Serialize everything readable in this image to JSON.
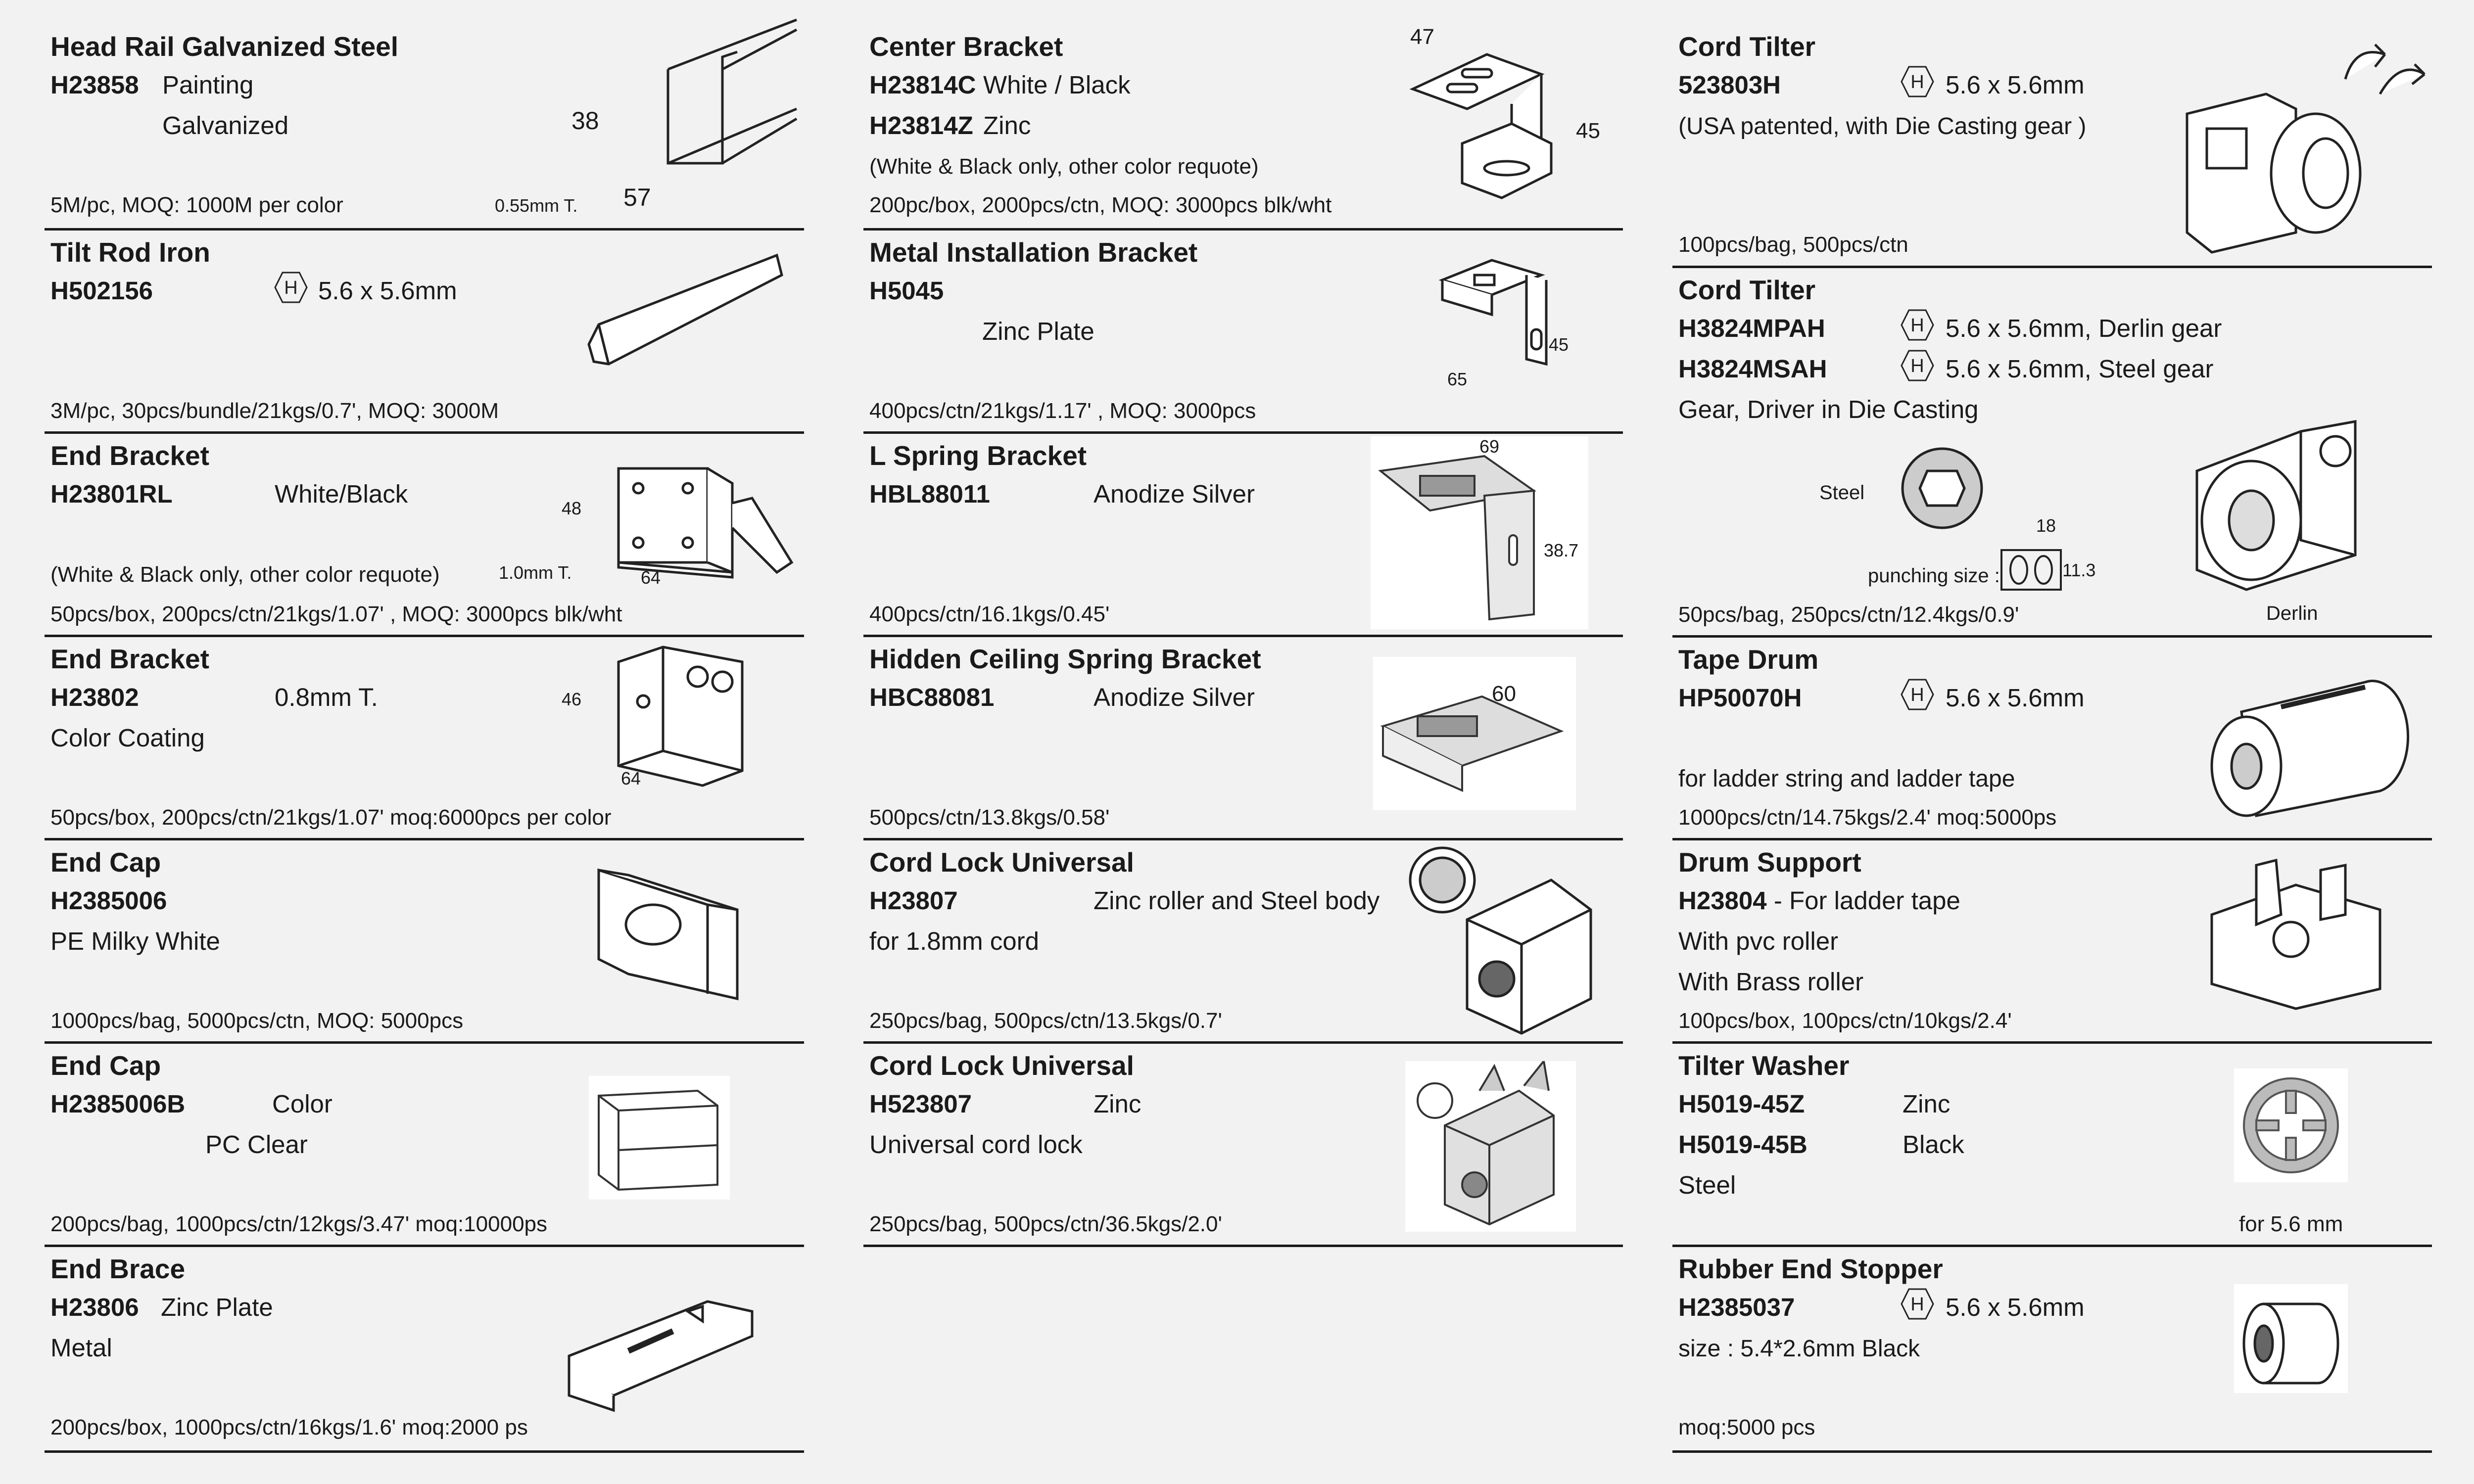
{
  "col1": [
    {
      "title": "Head Rail Galvanized Steel",
      "code": "H23858",
      "desc": "Painting",
      "desc2": "Galvanized",
      "note": "5M/pc, MOQ: 1000M per color",
      "dims": {
        "h": "38",
        "w": "57",
        "t": "0.55mm T."
      }
    },
    {
      "title": "Tilt Rod Iron",
      "code": "H502156",
      "spec": "5.6 x 5.6mm",
      "note": "3M/pc, 30pcs/bundle/21kgs/0.7', MOQ: 3000M"
    },
    {
      "title": "End Bracket",
      "code": "H23801RL",
      "desc": "White/Black",
      "desc2": "(White & Black only, other color requote)",
      "note": "50pcs/box, 200pcs/ctn/21kgs/1.07' , MOQ: 3000pcs blk/wht",
      "dims": {
        "h": "48",
        "w": "64",
        "t": "1.0mm T."
      }
    },
    {
      "title": "End Bracket",
      "code": "H23802",
      "desc": "0.8mm T.",
      "desc2": "Color Coating",
      "note": "50pcs/box, 200pcs/ctn/21kgs/1.07'  moq:6000pcs per color",
      "dims": {
        "h": "46",
        "w": "64"
      }
    },
    {
      "title": "End Cap",
      "code": "H2385006",
      "desc": "PE Milky White",
      "note": "1000pcs/bag, 5000pcs/ctn, MOQ: 5000pcs"
    },
    {
      "title": "End Cap",
      "code": "H2385006B",
      "desc": "Color",
      "desc2": "PC Clear",
      "note": "200pcs/bag, 1000pcs/ctn/12kgs/3.47'  moq:10000ps"
    },
    {
      "title": "End Brace",
      "code": "H23806",
      "desc": "Zinc Plate",
      "desc2": "Metal",
      "note": "200pcs/box, 1000pcs/ctn/16kgs/1.6' moq:2000 ps"
    }
  ],
  "col2": [
    {
      "title": "Center Bracket",
      "code": "H23814C",
      "desc": "White / Black",
      "code2": "H23814Z",
      "desc2": "Zinc",
      "desc3": "(White & Black only, other color requote)",
      "note": "200pc/box, 2000pcs/ctn, MOQ: 3000pcs blk/wht",
      "dims": {
        "a": "47",
        "b": "45"
      }
    },
    {
      "title": "Metal Installation Bracket",
      "code": "H5045",
      "desc": "Zinc Plate",
      "note": "400pcs/ctn/21kgs/1.17' , MOQ: 3000pcs",
      "dims": {
        "a": "45",
        "b": "65"
      }
    },
    {
      "title": "L Spring Bracket",
      "code": "HBL88011",
      "desc": "Anodize Silver",
      "note": "400pcs/ctn/16.1kgs/0.45'",
      "dims": {
        "a": "69",
        "b": "38.7"
      }
    },
    {
      "title": "Hidden Ceiling Spring Bracket",
      "code": "HBC88081",
      "desc": "Anodize Silver",
      "note": "500pcs/ctn/13.8kgs/0.58'",
      "dims": {
        "a": "60"
      }
    },
    {
      "title": "Cord Lock Universal",
      "code": "H23807",
      "desc": "Zinc roller and Steel body",
      "desc2": "for 1.8mm cord",
      "note": "250pcs/bag, 500pcs/ctn/13.5kgs/0.7'"
    },
    {
      "title": "Cord Lock  Universal",
      "code": "H523807",
      "desc": "Zinc",
      "desc2": "Universal cord lock",
      "note": "250pcs/bag, 500pcs/ctn/36.5kgs/2.0'"
    }
  ],
  "col3": [
    {
      "title": "Cord Tilter",
      "code": "523803H",
      "spec": "5.6 x 5.6mm",
      "desc": "(USA patented, with Die Casting gear )",
      "note": "100pcs/bag, 500pcs/ctn"
    },
    {
      "title": "Cord Tilter",
      "code": "H3824MPAH",
      "spec": "5.6 x 5.6mm, Derlin gear",
      "code2": "H3824MSAH",
      "spec2": "5.6 x 5.6mm, Steel gear",
      "desc": "Gear, Driver in Die Casting",
      "note": "50pcs/bag, 250pcs/ctn/12.4kgs/0.9'",
      "steel": "Steel",
      "punch": "punching size :",
      "pw": "18",
      "ph": "11.3",
      "derlin": "Derlin"
    },
    {
      "title": "Tape Drum",
      "code": "HP50070H",
      "spec": "5.6 x 5.6mm",
      "desc": "for ladder string and ladder tape",
      "note": "1000pcs/ctn/14.75kgs/2.4'  moq:5000ps"
    },
    {
      "title": "Drum Support",
      "code": "H23804",
      "desc": " - For ladder tape",
      "desc2": "With pvc roller",
      "desc3": "With Brass roller",
      "note": "100pcs/box, 100pcs/ctn/10kgs/2.4'"
    },
    {
      "title": "Tilter Washer",
      "code": "H5019-45Z",
      "desc": "Zinc",
      "code2": "H5019-45B",
      "desc2": "Black",
      "desc3": "Steel",
      "note": "for 5.6 mm"
    },
    {
      "title": "Rubber End Stopper",
      "code": "H2385037",
      "spec": "5.6 x 5.6mm",
      "desc": "size : 5.4*2.6mm Black",
      "note": "moq:5000 pcs"
    }
  ],
  "hex_letter": "H"
}
